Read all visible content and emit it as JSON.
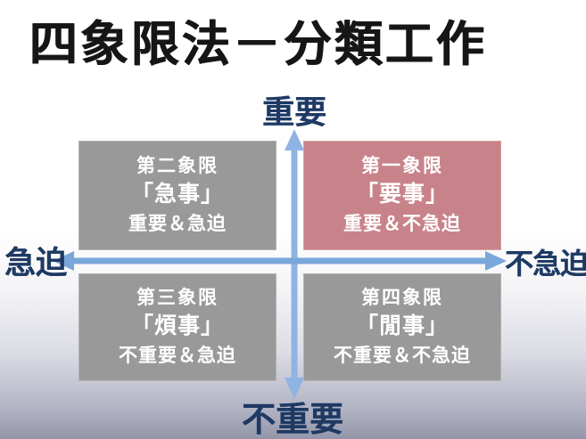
{
  "slide": {
    "title": "四象限法－分類工作"
  },
  "axes": {
    "top": "重要",
    "bottom": "不重要",
    "left": "急迫",
    "right": "不急迫"
  },
  "quadrants": [
    {
      "id": "q2",
      "position": "top-left",
      "name": "第二象限",
      "nickname": "「急事」",
      "description": "重要＆急迫",
      "color": "#999999"
    },
    {
      "id": "q1",
      "position": "top-right",
      "name": "第一象限",
      "nickname": "「要事」",
      "description": "重要＆不急迫",
      "color": "#c8838a"
    },
    {
      "id": "q3",
      "position": "bottom-left",
      "name": "第三象限",
      "nickname": "「煩事」",
      "description": "不重要＆急迫",
      "color": "#999999"
    },
    {
      "id": "q4",
      "position": "bottom-right",
      "name": "第四象限",
      "nickname": "「閒事」",
      "description": "不重要＆不急迫",
      "color": "#999999"
    }
  ],
  "colors": {
    "title_text": "#161616",
    "axis_label": "#1e3a64",
    "horizontal_arrow": "#79a7da",
    "vertical_arrow": "#8fb3e3",
    "quadrant_text": "#ffffff"
  }
}
